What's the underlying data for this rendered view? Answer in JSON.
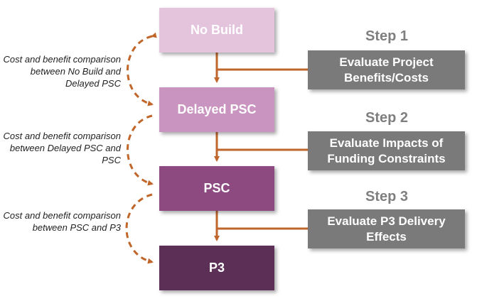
{
  "stages": {
    "no_build": "No Build",
    "delayed_psc": "Delayed PSC",
    "psc": "PSC",
    "p3": "P3"
  },
  "steps": [
    {
      "number": "Step 1",
      "title": "Evaluate Project Benefits/Costs"
    },
    {
      "number": "Step 2",
      "title": "Evaluate Impacts of Funding Constraints"
    },
    {
      "number": "Step 3",
      "title": "Evaluate P3 Delivery Effects"
    }
  ],
  "comparisons": [
    "Cost and benefit comparison between No Build and Delayed PSC",
    "Cost and benefit comparison between Delayed PSC and PSC",
    "Cost and benefit comparison between PSC and P3"
  ],
  "colors": {
    "no_build": "#e3c4dc",
    "delayed_psc": "#c994bf",
    "psc": "#8c4a80",
    "p3": "#5c2f56",
    "step_box": "#7a7a7a",
    "connector": "#c0662a"
  }
}
